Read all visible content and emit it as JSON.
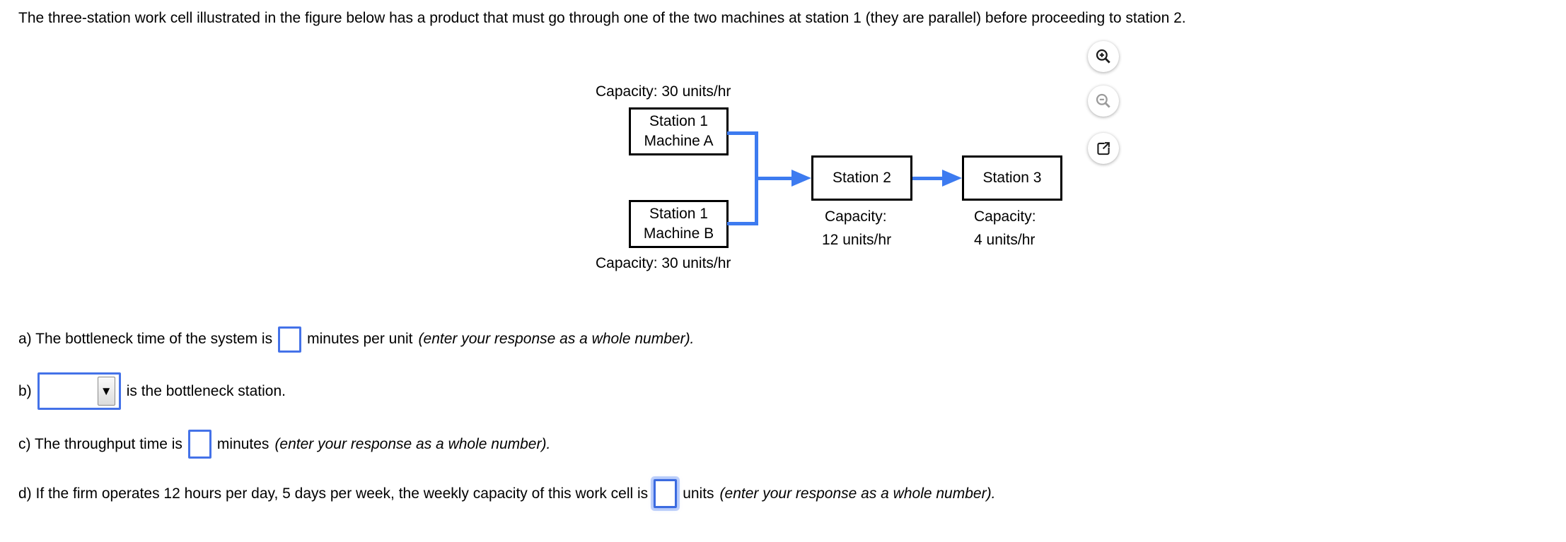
{
  "page": {
    "background": "#ffffff",
    "diagram_blue": "#3d7bf0",
    "input_border_blue": "#4472e8"
  },
  "title": "The three-station work cell illustrated in the figure below has a product that must go through one of the two machines at station 1 (they are parallel) before proceeding to station 2.",
  "figure": {
    "top_capacity_label": "Capacity: 30 units/hr",
    "bottom_capacity_label": "Capacity: 30 units/hr",
    "boxes": {
      "machine_a": {
        "line1": "Station 1",
        "line2": "Machine A"
      },
      "machine_b": {
        "line1": "Station 1",
        "line2": "Machine B"
      },
      "station_2": {
        "label": "Station 2",
        "capacity_line1": "Capacity:",
        "capacity_line2": "12 units/hr"
      },
      "station_3": {
        "label": "Station 3",
        "capacity_line1": "Capacity:",
        "capacity_line2": "4 units/hr"
      }
    }
  },
  "toolbar": {
    "icons": [
      {
        "name": "zoom-in"
      },
      {
        "name": "zoom-out"
      },
      {
        "name": "open-in-new-window"
      }
    ]
  },
  "questions": {
    "a": {
      "prefix": "a) The bottleneck time of the system is",
      "input_value": "",
      "suffix": "minutes per unit",
      "hint": "(enter your response as a whole number)."
    },
    "b": {
      "prefix": "b)",
      "selected_value": "",
      "arrow_glyph": "▼",
      "suffix": "is the bottleneck station."
    },
    "c": {
      "prefix": "c) The throughput time is",
      "input_value": "",
      "suffix": "minutes",
      "hint": "(enter your response as a whole number)."
    },
    "d": {
      "prefix": "d) If the firm operates 12 hours per day, 5 days per week, the weekly capacity of this work cell is",
      "input_value": "",
      "suffix": "units",
      "hint": "(enter your response as a whole number)."
    }
  }
}
